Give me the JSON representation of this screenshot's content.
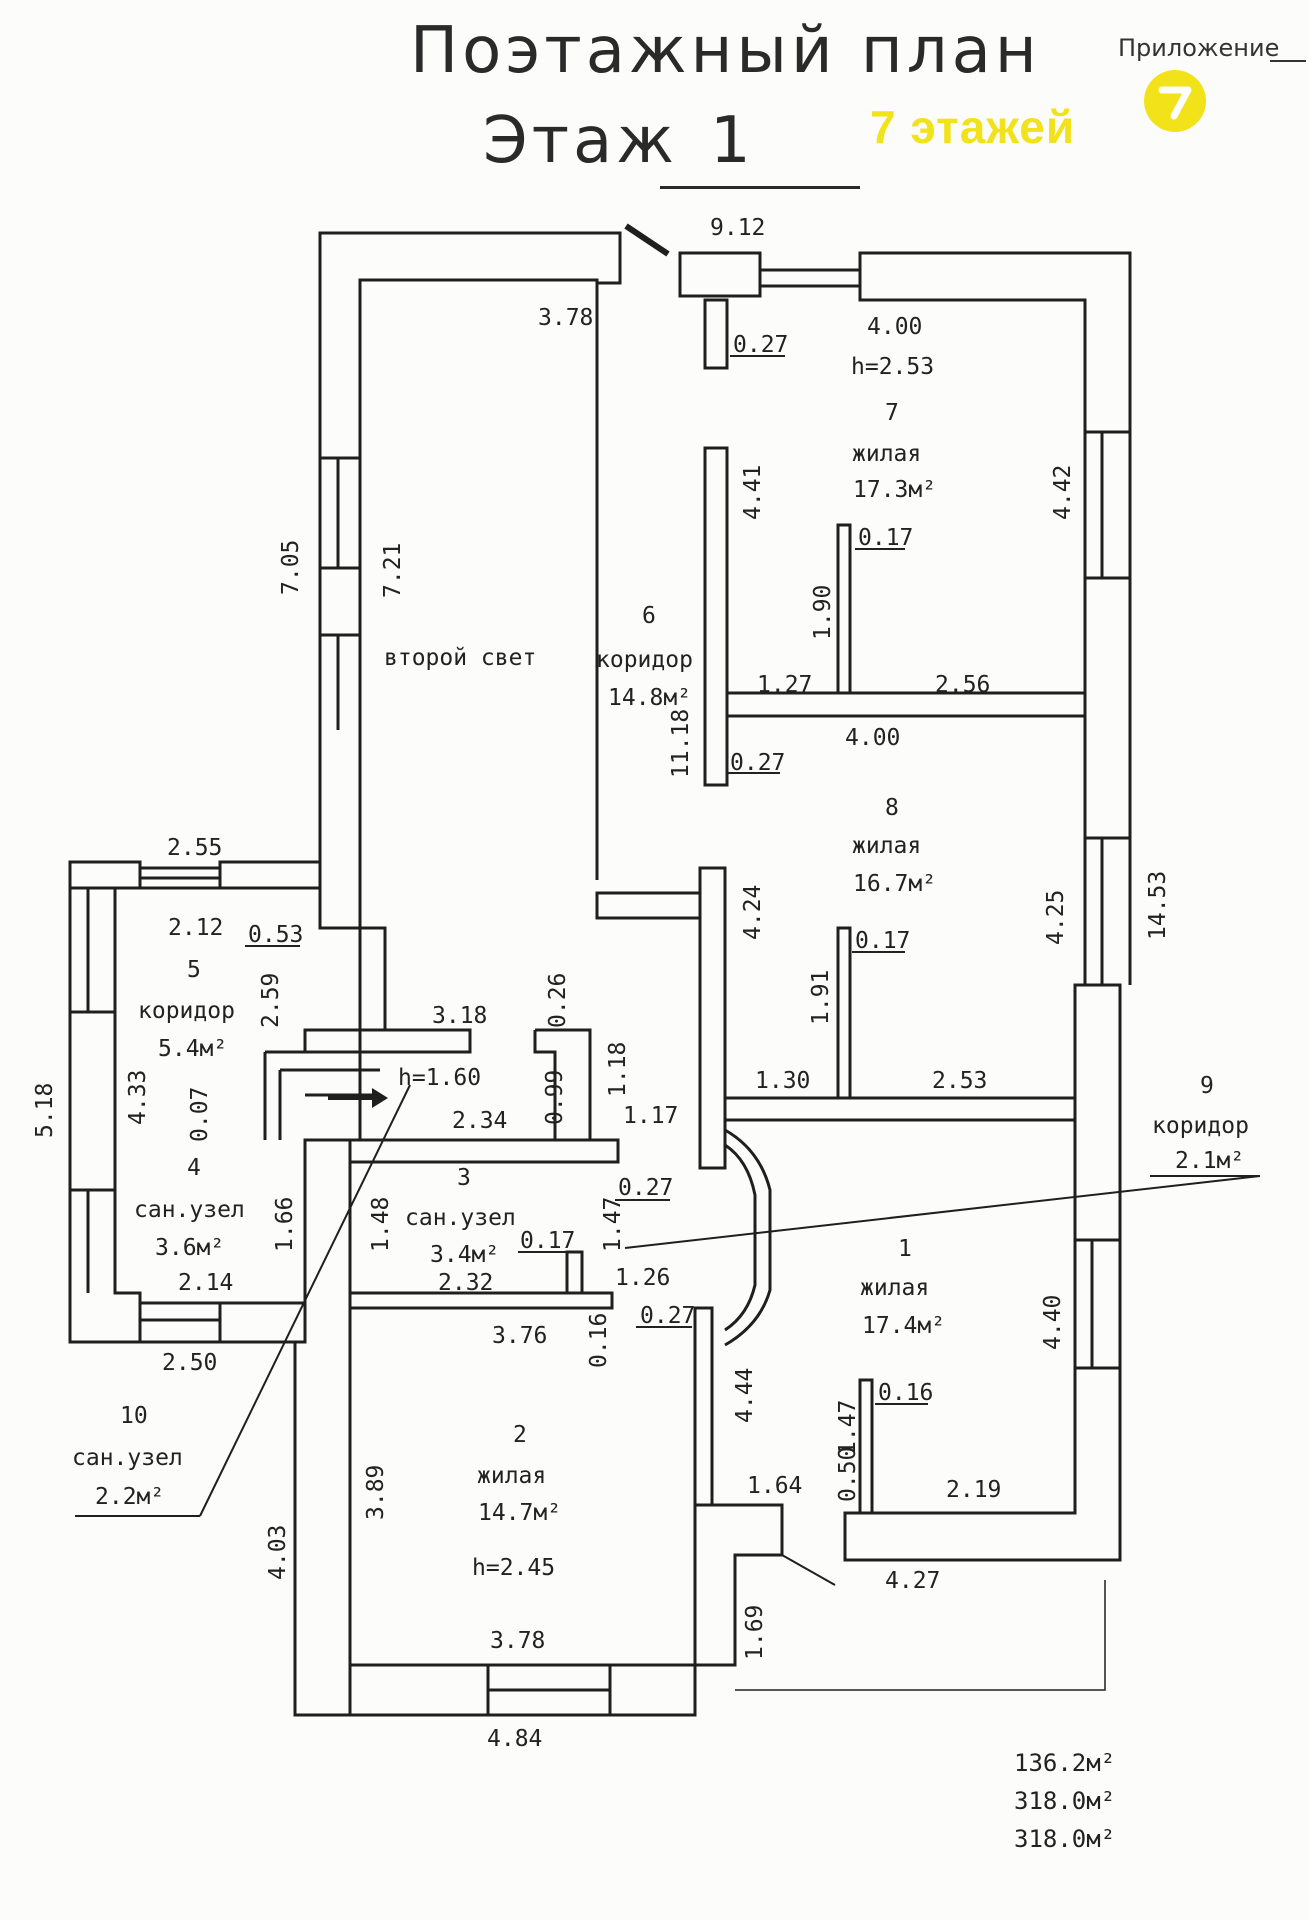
{
  "header": {
    "title": "Поэтажный план",
    "floor_label": "Этаж",
    "floor_number": "1",
    "appendix": "Приложение",
    "brand_text": "7 этажей",
    "brand_logo_text": "7"
  },
  "rooms": [
    {
      "id": "r1",
      "num": "1",
      "name": "жилая",
      "area": "17.4м²"
    },
    {
      "id": "r2",
      "num": "2",
      "name": "жилая",
      "area": "14.7м²",
      "height": "h=2.45"
    },
    {
      "id": "r3",
      "num": "3",
      "name": "сан.узел",
      "area": "3.4м²"
    },
    {
      "id": "r4",
      "num": "4",
      "name": "сан.узел",
      "area": "3.6м²"
    },
    {
      "id": "r5",
      "num": "5",
      "name": "коридор",
      "area": "5.4м²"
    },
    {
      "id": "r6",
      "num": "6",
      "name": "коридор",
      "area": "14.8м²"
    },
    {
      "id": "r7",
      "num": "7",
      "name": "жилая",
      "area": "17.3м²",
      "height": "h=2.53"
    },
    {
      "id": "r8",
      "num": "8",
      "name": "жилая",
      "area": "16.7м²"
    },
    {
      "id": "r9",
      "num": "9",
      "name": "коридор",
      "area": "2.1м²"
    },
    {
      "id": "r10",
      "num": "10",
      "name": "сан.узел",
      "area": "2.2м²"
    }
  ],
  "second_light": "второй свет",
  "stair_height": "h=1.60",
  "dimensions": {
    "d912": "9.12",
    "d378a": "3.78",
    "d027a": "0.27",
    "d400a": "4.00",
    "d441": "4.41",
    "d442": "4.42",
    "d017a": "0.17",
    "d190": "1.90",
    "d705": "7.05",
    "d721": "7.21",
    "d127": "1.27",
    "d256": "2.56",
    "d400b": "4.00",
    "d1118": "11.18",
    "d027b": "0.27",
    "d255": "2.55",
    "d212": "2.12",
    "d053": "0.53",
    "d424": "4.24",
    "d425": "4.25",
    "d1453": "14.53",
    "d017b": "0.17",
    "d259": "2.59",
    "d318": "3.18",
    "d026": "0.26",
    "d191": "1.91",
    "d518": "5.18",
    "d433": "4.33",
    "d007": "0.07",
    "d099": "0.99",
    "d118": "1.18",
    "d130": "1.30",
    "d253": "2.53",
    "d234": "2.34",
    "d117": "1.17",
    "d027c": "0.27",
    "d166": "1.66",
    "d148": "1.48",
    "d017c": "0.17",
    "d147a": "1.47",
    "d214": "2.14",
    "d232": "2.32",
    "d126": "1.26",
    "d027d": "0.27",
    "d250": "2.50",
    "d376": "3.76",
    "d016a": "0.16",
    "d440": "4.40",
    "d444": "4.44",
    "d147b": "1.47",
    "d016b": "0.16",
    "d389": "3.89",
    "d164": "1.64",
    "d050": "0.50",
    "d219": "2.19",
    "d403": "4.03",
    "d427": "4.27",
    "d169": "1.69",
    "d378b": "3.78",
    "d484": "4.84"
  },
  "totals": [
    "136.2м²",
    "318.0м²",
    "318.0м²"
  ]
}
